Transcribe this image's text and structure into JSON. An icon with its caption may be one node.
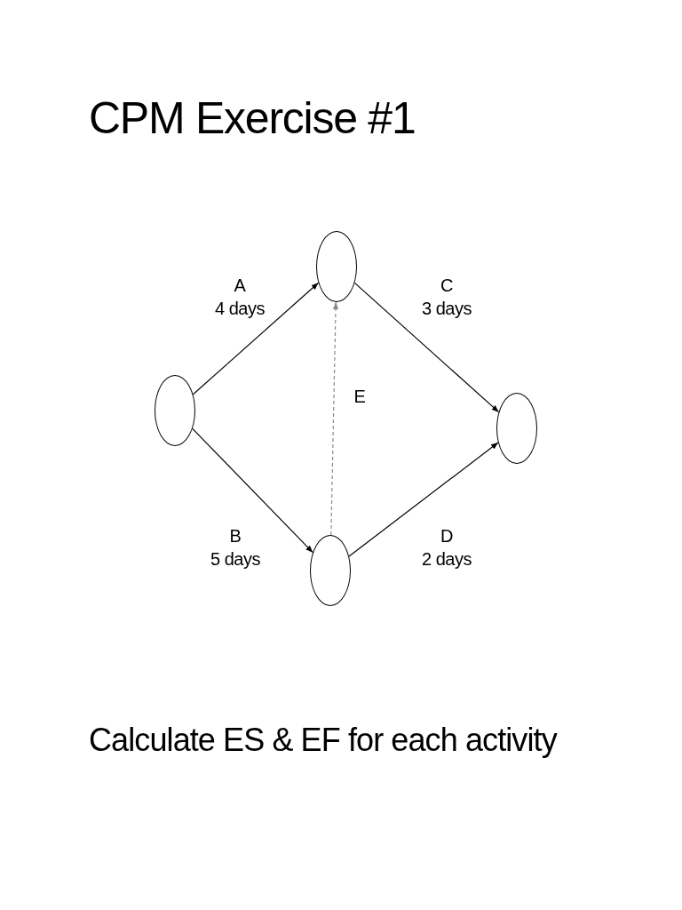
{
  "diagram": {
    "title": "CPM Exercise #1",
    "caption": "Calculate ES & EF for each activity",
    "nodes": [
      {
        "text": [],
        "shape": "circle"
      },
      {
        "text": [],
        "shape": "circle"
      },
      {
        "text": [],
        "shape": "circle"
      },
      {
        "text": [],
        "shape": "circle"
      }
    ],
    "edges": [
      {
        "from": 0,
        "to": 1,
        "arrow": "to",
        "label": "A 4 days"
      },
      {
        "from": 0,
        "to": 2,
        "arrow": "to",
        "label": "B 5 days"
      },
      {
        "from": 1,
        "to": 3,
        "arrow": "to",
        "label": "C 3 days"
      },
      {
        "from": 2,
        "to": 3,
        "arrow": "to",
        "label": "D 2 days"
      },
      {
        "from": 2,
        "to": 1,
        "arrow": "to",
        "label": "E",
        "style": "dashed",
        "color": "#8a8a8a"
      }
    ]
  }
}
